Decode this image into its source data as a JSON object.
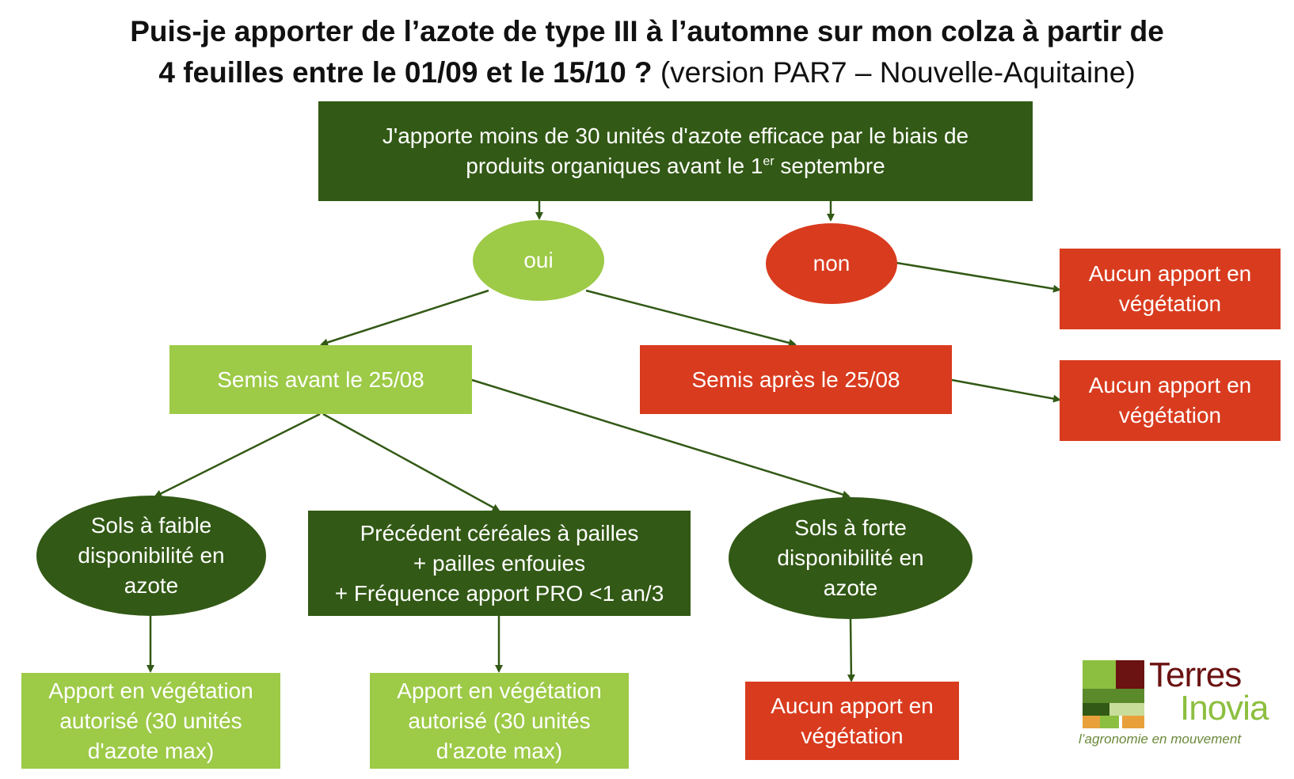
{
  "title": {
    "line1": "Puis-je apporter de l’azote de type III à l’automne sur mon colza à partir de",
    "line2_bold": "4 feuilles entre le 01/09 et le 15/10 ?",
    "line2_normal": "(version PAR7 – Nouvelle-Aquitaine)"
  },
  "nodes": {
    "root_line1": "J'apporte moins de 30 unités d'azote efficace par le biais de",
    "root_line2a": "produits organiques avant le 1",
    "root_sup": "er",
    "root_line2b": " septembre",
    "oui": "oui",
    "non": "non",
    "non_result": "Aucun apport en végétation",
    "semis_avant": "Semis avant le 25/08",
    "semis_apres": "Semis après le 25/08",
    "semis_apres_result": "Aucun apport en végétation",
    "sols_faible": "Sols à faible disponibilité en azote",
    "precedent_line1": "Précédent céréales à pailles",
    "precedent_line2": "+ pailles enfouies",
    "precedent_line3": "+ Fréquence apport PRO <1 an/3",
    "sols_forte": "Sols à forte disponibilité en azote",
    "result_faible": "Apport en végétation autorisé (30 unités d'azote max)",
    "result_precedent": "Apport en végétation autorisé (30 unités d'azote max)",
    "result_forte": "Aucun apport en végétation"
  },
  "logo": {
    "name_line1": "Terres",
    "name_line2": "Inovia",
    "tagline": "l’agronomie en mouvement"
  },
  "colors": {
    "dark_green": "#325915",
    "light_green": "#9dca47",
    "red": "#d93b1e",
    "arrow": "#325915"
  }
}
